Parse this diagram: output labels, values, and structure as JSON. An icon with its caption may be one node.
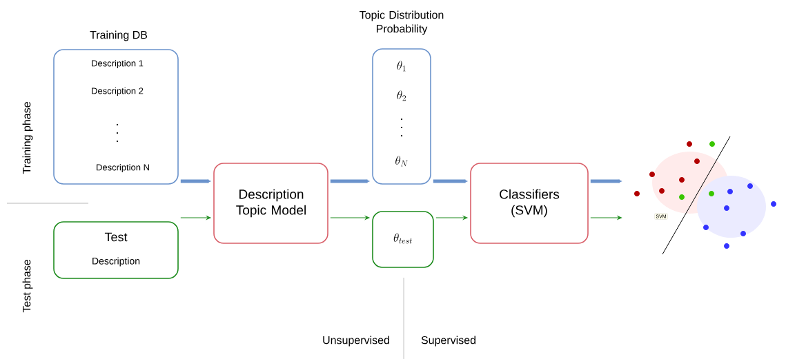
{
  "diagram": {
    "nodes": [
      {
        "text": [
          "Training DB",
          "Description 1",
          "Description 2",
          "Description N"
        ]
      },
      {
        "text": [
          "Test",
          "Description"
        ]
      },
      {
        "text": [
          "Description Topic Model"
        ]
      },
      {
        "text": [
          "Topic Distribution Probability",
          "\\theta_1",
          "\\theta_2",
          "\\theta_N"
        ]
      },
      {
        "text": [
          "\\theta_{test}"
        ]
      },
      {
        "text": [
          "Classifiers (SVM)"
        ]
      },
      {
        "text": [],
        "shape": "picture"
      }
    ],
    "edges": [
      {
        "from": 0,
        "to": 2,
        "arrow": "to",
        "style": "thick",
        "color": "#6b93cc"
      },
      {
        "from": 1,
        "to": 2,
        "arrow": "to",
        "color": "#1e8c1e"
      },
      {
        "from": 2,
        "to": 3,
        "arrow": "to",
        "style": "thick",
        "color": "#6b93cc"
      },
      {
        "from": 2,
        "to": 4,
        "arrow": "to",
        "color": "#1e8c1e"
      },
      {
        "from": 3,
        "to": 5,
        "arrow": "to",
        "style": "thick",
        "color": "#6b93cc"
      },
      {
        "from": 4,
        "to": 5,
        "arrow": "to",
        "color": "#1e8c1e"
      },
      {
        "from": 5,
        "to": 6,
        "arrow": "to",
        "style": "thick",
        "color": "#6b93cc"
      },
      {
        "from": 5,
        "to": 6,
        "arrow": "to",
        "color": "#1e8c1e"
      }
    ],
    "labels": [
      "Training phase",
      "Test phase",
      "SVM",
      "Unsupervised",
      "Supervised"
    ]
  }
}
